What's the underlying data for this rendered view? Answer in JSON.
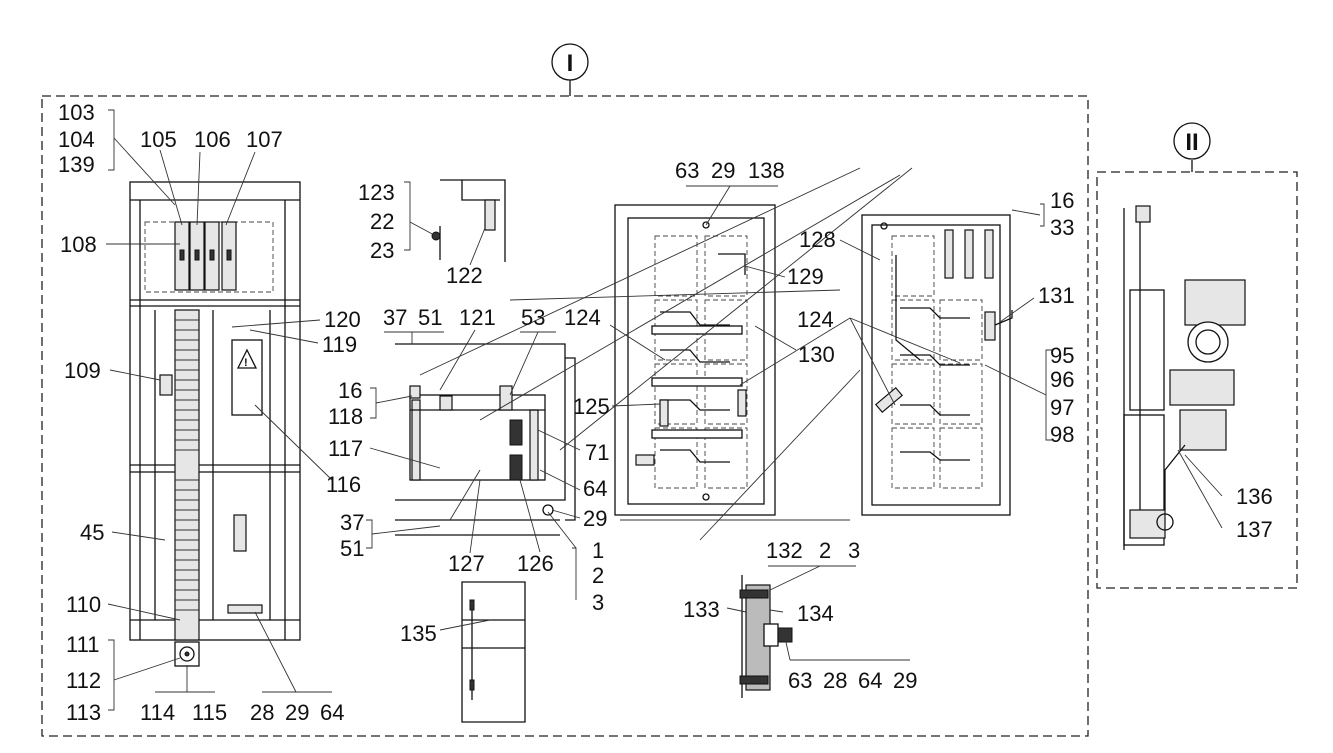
{
  "views": [
    {
      "id": "view-1",
      "label": "I"
    },
    {
      "id": "view-2",
      "label": "II"
    }
  ],
  "labels": {
    "l103": "103",
    "l104": "104",
    "l139": "139",
    "l105": "105",
    "l106": "106",
    "l107": "107",
    "l108": "108",
    "l109": "109",
    "l45": "45",
    "l110": "110",
    "l111": "111",
    "l112": "112",
    "l113": "113",
    "l114": "114",
    "l115": "115",
    "l28a": "28",
    "l29a": "29",
    "l64a": "64",
    "l120": "120",
    "l119": "119",
    "l116": "116",
    "l123": "123",
    "l22a": "22",
    "l23": "23",
    "l122": "122",
    "l37a": "37",
    "l51a": "51",
    "l121": "121",
    "l53": "53",
    "l124a": "124",
    "l16a": "16",
    "l118": "118",
    "l117": "117",
    "l125": "125",
    "l71": "71",
    "l64b": "64",
    "l29b": "29",
    "l37b": "37",
    "l51b": "51",
    "l127": "127",
    "l126": "126",
    "l1": "1",
    "l2a": "2",
    "l3a": "3",
    "l135": "135",
    "l63a": "63",
    "l29c": "29",
    "l138": "138",
    "l128": "128",
    "l129": "129",
    "l124b": "124",
    "l130": "130",
    "l16b": "16",
    "l33": "33",
    "l131": "131",
    "l95": "95",
    "l96": "96",
    "l97": "97",
    "l98": "98",
    "l132": "132",
    "l2b": "2",
    "l3b": "3",
    "l133": "133",
    "l134": "134",
    "l63b": "63",
    "l28b": "28",
    "l64c": "64",
    "l29d": "29",
    "l136": "136",
    "l137": "137"
  }
}
